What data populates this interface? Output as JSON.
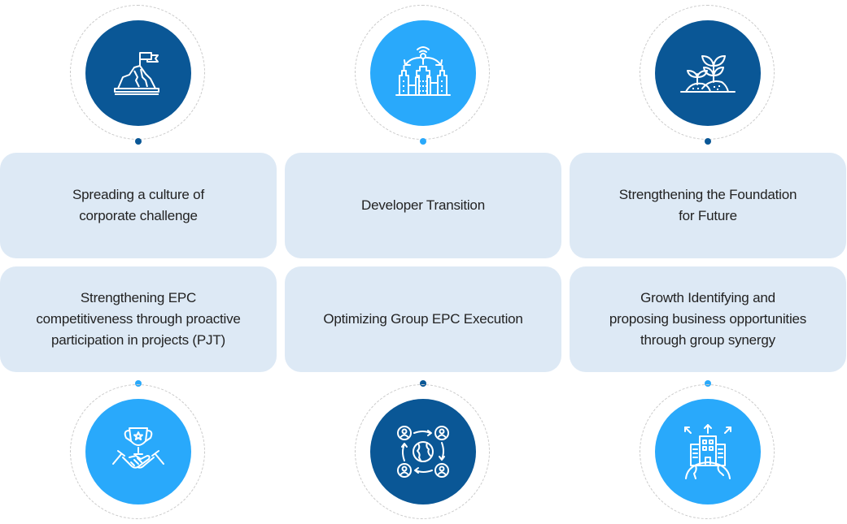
{
  "colors": {
    "dark_blue": "#0a5796",
    "light_blue": "#29a9fb",
    "box_bg": "#dde9f5",
    "ring": "#c9c9c9"
  },
  "columns": [
    {
      "top": {
        "icon": "mountain-flag-icon",
        "color": "#0a5796",
        "label": "Spreading a culture of\ncorporate challenge"
      },
      "bottom": {
        "icon": "trophy-handshake-icon",
        "color": "#29a9fb",
        "label": "Strengthening EPC\ncompetitiveness through proactive\nparticipation in projects (PJT)"
      }
    },
    {
      "top": {
        "icon": "city-network-icon",
        "color": "#29a9fb",
        "label": "Developer Transition"
      },
      "bottom": {
        "icon": "global-people-cycle-icon",
        "color": "#0a5796",
        "label": "Optimizing Group EPC Execution"
      }
    },
    {
      "top": {
        "icon": "sprouting-plants-icon",
        "color": "#0a5796",
        "label": "Strengthening the Foundation\nfor Future"
      },
      "bottom": {
        "icon": "global-building-growth-icon",
        "color": "#29a9fb",
        "label": "Growth Identifying and\nproposing business opportunities\nthrough group synergy"
      }
    }
  ]
}
